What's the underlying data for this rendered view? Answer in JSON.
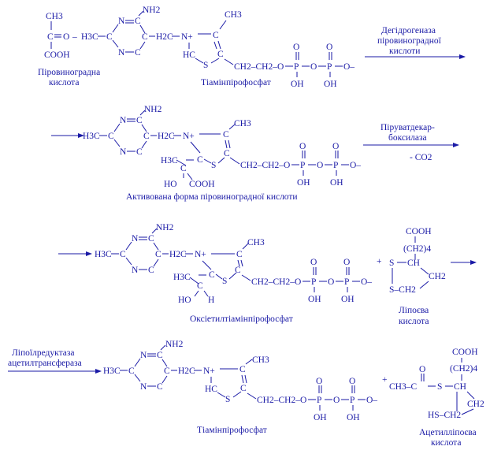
{
  "row1": {
    "pyruvate_ch3": "CH3",
    "pyruvate_c": "C",
    "pyruvate_o": "O",
    "pyruvate_cooh": "COOH",
    "pyruvate_dash": "–",
    "pyruvate_label_1": "Піровиноградна",
    "pyruvate_label_2": "кислота",
    "h3c": "H3C",
    "c": "C",
    "n": "N",
    "nh2": "NH2",
    "h2c": "H2C",
    "n_plus": "N+",
    "ch3": "CH3",
    "hc": "HC",
    "s": "S",
    "chain": "CH2–CH2–O",
    "p": "P",
    "o": "O",
    "oh": "OH",
    "o_minus": "O–",
    "label": "Тіамінпірофосфат",
    "enzyme_1": "Дегідрогеназа",
    "enzyme_2": "піровиноградної",
    "enzyme_3": "кислоти"
  },
  "row2": {
    "h3c": "H3C",
    "c": "C",
    "n": "N",
    "nh2": "NH2",
    "h2c": "H2C",
    "n_plus": "N+",
    "ch3": "CH3",
    "s": "S",
    "side_h3c": "H3C",
    "side_ho": "HO",
    "side_cooh": "COOH",
    "chain": "CH2–CH2–O",
    "p": "P",
    "o": "O",
    "oh": "OH",
    "o_minus": "O–",
    "label": "Активована форма піровиноградної кислоти",
    "enzyme_1": "Піруватдекар-",
    "enzyme_2": "боксилаза",
    "co2": "- CO2"
  },
  "row3": {
    "h3c": "H3C",
    "c": "C",
    "n": "N",
    "nh2": "NH2",
    "h2c": "H2C",
    "n_plus": "N+",
    "ch3": "CH3",
    "s": "S",
    "side_h3c": "H3C",
    "side_ho": "HO",
    "side_h": "H",
    "chain": "CH2–CH2–O",
    "p": "P",
    "o": "O",
    "oh": "OH",
    "o_minus": "O–",
    "label": "Оксіетилтіамінпірофосфат",
    "plus": "+",
    "lip_cooh": "COOH",
    "lip_ch2n": "(CH2)4",
    "lip_s": "S",
    "lip_ch": "CH",
    "lip_ch2": "CH2",
    "lip_s_ch2": "S–CH2",
    "lip_label_1": "Ліпоєва",
    "lip_label_2": "кислота"
  },
  "row4": {
    "enzyme_1": "Ліпоїлредуктаза",
    "enzyme_2": "ацетилтрансфераза",
    "h3c": "H3C",
    "c": "C",
    "n": "N",
    "nh2": "NH2",
    "h2c": "H2C",
    "n_plus": "N+",
    "ch3": "CH3",
    "hc": "HC",
    "s": "S",
    "chain": "CH2–CH2–O",
    "p": "P",
    "o": "O",
    "oh": "OH",
    "o_minus": "O–",
    "label": "Тіамінпірофосфат",
    "plus": "+",
    "acetyl_ch3": "CH3–C",
    "acetyl_o": "O",
    "acetyl_s": "S",
    "acetyl_ch": "CH",
    "cooh": "COOH",
    "ch2n": "(CH2)4",
    "hs_ch2": "HS–CH2",
    "ch2": "CH2",
    "acetyl_label_1": "Ацетилліпоєва",
    "acetyl_label_2": "кислота"
  },
  "colors": {
    "ink": "#1a1aa6",
    "background": "#ffffff"
  }
}
